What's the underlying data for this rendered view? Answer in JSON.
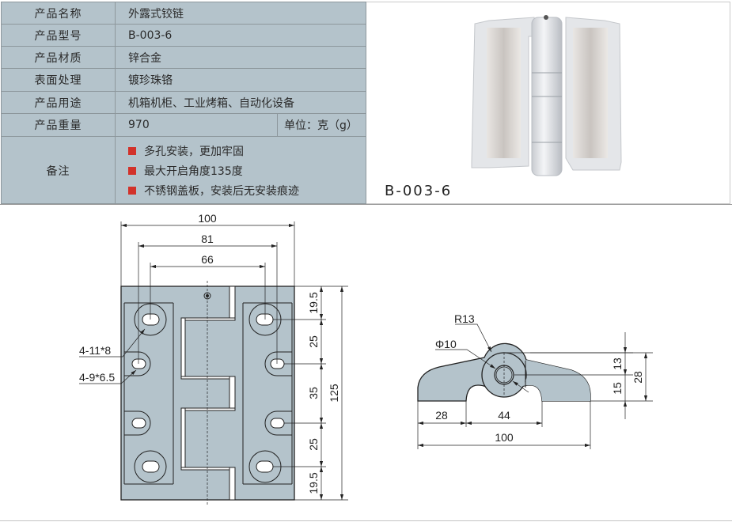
{
  "spec_table": {
    "rows": [
      {
        "label": "产品名称",
        "value": "外露式铰链"
      },
      {
        "label": "产品型号",
        "value": "B-003-6"
      },
      {
        "label": "产品材质",
        "value": "锌合金"
      },
      {
        "label": "表面处理",
        "value": "镀珍珠铬"
      },
      {
        "label": "产品用途",
        "value": "机箱机柜、工业烤箱、自动化设备"
      },
      {
        "label": "产品重量",
        "value": "970",
        "unit": "单位：克（g）"
      }
    ],
    "notes_label": "备注",
    "notes": [
      "多孔安装，更加牢固",
      "最大开启角度135度",
      "不锈钢盖板，安装后无安装痕迹"
    ],
    "bullet_color": "#d2322a"
  },
  "photo": {
    "model_label": "B-003-6"
  },
  "front_view": {
    "width_overall": "100",
    "width_holes_outer": "81",
    "width_holes_inner": "66",
    "hole_large": "4-11*8",
    "hole_small": "4-9*6.5",
    "vertical_dims": [
      "19.5",
      "25",
      "35",
      "25",
      "19.5"
    ],
    "height_overall": "125"
  },
  "side_view": {
    "radius": "R13",
    "diameter": "Φ10",
    "dim_left": "28",
    "dim_notch": "44",
    "dim_overall": "100",
    "dim_top": "13",
    "dim_bottom": "15",
    "dim_height": "28"
  }
}
